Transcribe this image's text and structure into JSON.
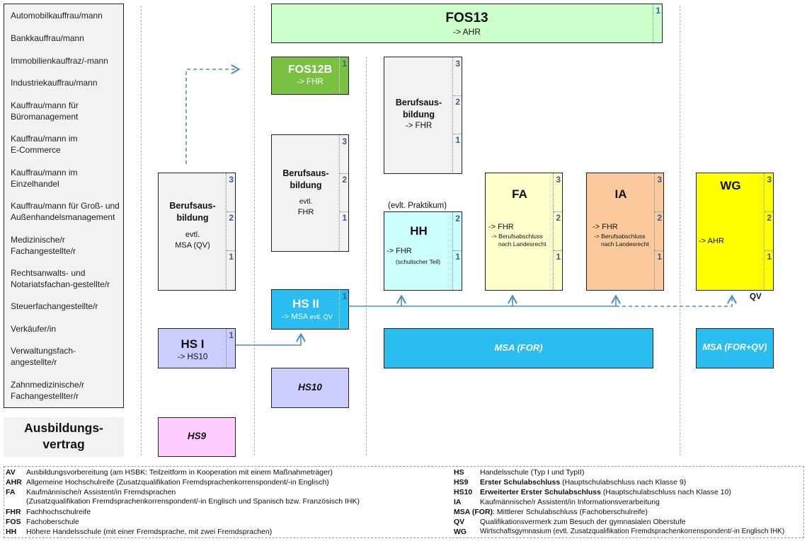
{
  "professions": [
    [
      "Automobilkauffrau/mann"
    ],
    [
      "Bankkauffrau/mann"
    ],
    [
      "Immobilienkauffraz/-mann"
    ],
    [
      "Industriekauffrau/mann"
    ],
    [
      "Kauffrau/mann für",
      "Büromanagement"
    ],
    [
      "Kauffrau/mann im",
      "E-Commerce"
    ],
    [
      "Kauffrau/mann im",
      "Einzelhandel"
    ],
    [
      "Kauffrau/mann für Groß- und",
      "Außenhandelsmanagement"
    ],
    [
      "Medizinische/r",
      "Fachangestellte/r"
    ],
    [
      "Rechtsanwalts- und",
      "Notariatsfachan-gestellte/r"
    ],
    [
      "Steuerfachangestellte/r"
    ],
    [
      "Verkäufer/in"
    ],
    [
      "Verwaltungsfach-",
      "angestellte/r"
    ],
    [
      "Zahnmedizinische/r",
      "Fachangestellter/r"
    ]
  ],
  "vertrag": [
    "Ausbildungs-",
    "vertrag"
  ],
  "boxes": {
    "fos13": {
      "title": "FOS13",
      "sub": "-> AHR",
      "years": [
        "1"
      ]
    },
    "fos12b": {
      "title": "FOS12B",
      "sub": "-> FHR",
      "years": [
        "1"
      ]
    },
    "ba_left": {
      "title1": "Berufsaus-",
      "title2": "bildung",
      "sub1": "evtl.",
      "sub2": "MSA (QV)",
      "years": [
        "3",
        "2",
        "1"
      ]
    },
    "ba_mid": {
      "title1": "Berufsaus-",
      "title2": "bildung",
      "sub1": "evtl.",
      "sub2": "FHR",
      "years": [
        "3",
        "2",
        "1"
      ]
    },
    "ba_top": {
      "title1": "Berufsaus-",
      "title2": "bildung",
      "sub1": "-> FHR",
      "years": [
        "3",
        "2",
        "1"
      ]
    },
    "hh": {
      "note": "(evlt. Praktikum)",
      "title": "HH",
      "sub1": "-> FHR",
      "sub2": "(schulischer Teil)",
      "years": [
        "2",
        "1"
      ]
    },
    "fa": {
      "title": "FA",
      "sub1": "-> FHR",
      "sub2": "-> Berufsabschluss",
      "sub3": "nach Landesrecht",
      "years": [
        "3",
        "2",
        "1"
      ]
    },
    "ia": {
      "title": "IA",
      "sub1": "-> FHR",
      "sub2": "-> Berufsabschluss",
      "sub3": "nach Landesrecht",
      "years": [
        "3",
        "2",
        "1"
      ]
    },
    "wg": {
      "title": "WG",
      "sub1": "-> AHR",
      "qv": "QV",
      "years": [
        "3",
        "2",
        "1"
      ]
    },
    "hs2": {
      "title": "HS II",
      "sub": "-> MSA",
      "sub_small": "evtl. QV",
      "years": [
        "1"
      ]
    },
    "hs1": {
      "title": "HS I",
      "sub": "-> HS10",
      "years": [
        "1"
      ]
    },
    "msa_for": {
      "title": "MSA (FOR)"
    },
    "msa_forqv": {
      "title": "MSA (FOR+QV)"
    },
    "hs10": {
      "title": "HS10"
    },
    "hs9": {
      "title": "HS9"
    }
  },
  "legend": {
    "left": [
      {
        "key": "AV",
        "val": "Ausbildungsvorbereitung (am HSBK: Teilzeitform in Kooperation mit einem Maßnahmeträger)"
      },
      {
        "key": "AHR",
        "val": "Allgemeine Hochschulreife (Zusatzqualifikation Fremdsprachenkorrenspondent/-in Englisch)"
      },
      {
        "key": "FA",
        "val": "Kaufmännische/r Assistent/in Fremdsprachen"
      },
      {
        "key": "",
        "val": "(Zusatzqualifikation Fremdsprachenkorrenspondent/-in Englisch und Spanisch bzw. Französisch IHK)"
      },
      {
        "key": "FHR",
        "val": "Fachhochschulreife"
      },
      {
        "key": "FOS",
        "val": "Fachoberschule"
      },
      {
        "key": "HH",
        "val": "Höhere Handelsschule (mit einer Fremdsprache, mit zwei Fremdsprachen)"
      }
    ],
    "right": [
      {
        "key": "HS",
        "bold": "",
        "val": "Handelsschule (Typ I und TypII)"
      },
      {
        "key": "HS9",
        "bold": "Erster Schulabschluss",
        "val": " (Hauptschulabschluss nach Klasse 9)"
      },
      {
        "key": "HS10",
        "bold": "Erweiterter Erster Schulabschluss",
        "val": " (Hauptschulabschluss nach Klasse 10)"
      },
      {
        "key": "IA",
        "bold": "",
        "val": "Kaufmännische/r Assistent/in Informationsverarbeitung"
      },
      {
        "key": "MSA (FOR)",
        "bold": "",
        "val": ": Mittlerer Schulabschluss (Fachoberschulreife)"
      },
      {
        "key": "QV",
        "bold": "",
        "val": "Qualifikationsvermerk zum Besuch der gymnasialen Oberstufe"
      },
      {
        "key": "WG",
        "bold": "",
        "val": "Wirtschaftsgymnasium  (evtl. Zusatzqualifikation Fremdsprachenkorrenspondent/-in Englisch IHK)"
      }
    ]
  },
  "colors": {
    "fos13": "#ccffcc",
    "fos12b": "#7ac143",
    "gray": "#f2f2f2",
    "hh": "#ccffff",
    "fa": "#ffffcc",
    "ia": "#fbc99b",
    "wg": "#ffff00",
    "hs": "#29bdf0",
    "hs1": "#ccccff",
    "hs9": "#ffccff",
    "arrow": "#4d8ec4"
  }
}
